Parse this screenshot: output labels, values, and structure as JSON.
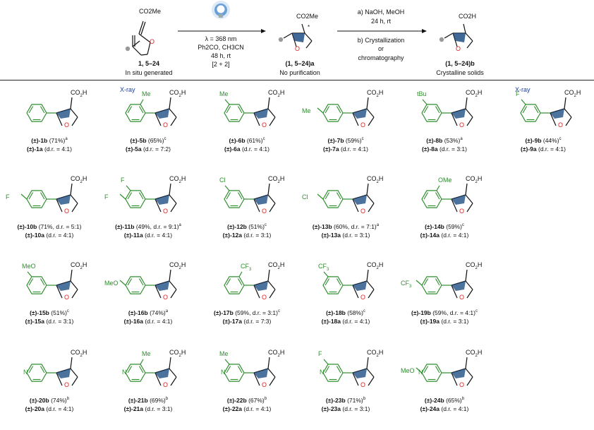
{
  "scheme": {
    "reactant": {
      "group": "CO2Me",
      "label": "1, 5–24",
      "note": "In situ generated",
      "atom": "O"
    },
    "step1": {
      "line1": "λ = 368 nm",
      "line2": "Ph2CO, CH3CN",
      "line3": "48 h, rt",
      "line4": "[2 + 2]"
    },
    "intermediate": {
      "group": "CO2Me",
      "label": "(1, 5–24)a",
      "note": "No purification",
      "atom": "O",
      "star": "*"
    },
    "step2": {
      "line1": "a) NaOH, MeOH",
      "line2": "24 h, rt",
      "line3": "b) Crystallization",
      "line4": "or",
      "line5": "chromatography"
    },
    "product": {
      "group": "CO2H",
      "label": "(1, 5–24)b",
      "note": "Crystalline solids",
      "atom": "O"
    }
  },
  "rows": [
    [
      {
        "ring": "benzene",
        "subs": [],
        "xray": "",
        "b": "(±)-1b",
        "b_info": " (71%)",
        "b_sup": "a",
        "a": "(±)-1a",
        "a_info": " (d.r. = 4:1)"
      },
      {
        "ring": "benzene",
        "subs": [
          {
            "pos": "ortho",
            "text": "Me"
          }
        ],
        "xray": "X-ray",
        "b": "(±)-5b",
        "b_info": " (65%)",
        "b_sup": "c",
        "a": "(±)-5a",
        "a_info": " (d.r. = 7:2)"
      },
      {
        "ring": "benzene",
        "subs": [
          {
            "pos": "meta",
            "text": "Me"
          }
        ],
        "xray": "",
        "b": "(±)-6b",
        "b_info": " (61%)",
        "b_sup": "c",
        "a": "(±)-6a",
        "a_info": " (d.r. = 4:1)"
      },
      {
        "ring": "benzene",
        "subs": [
          {
            "pos": "para",
            "text": "Me"
          }
        ],
        "xray": "",
        "b": "(±)-7b",
        "b_info": " (59%)",
        "b_sup": "c",
        "a": "(±)-7a",
        "a_info": " (d.r. = 4:1)"
      },
      {
        "ring": "benzene",
        "subs": [
          {
            "pos": "meta",
            "text": "tBu"
          }
        ],
        "xray": "",
        "b": "(±)-8b",
        "b_info": " (53%)",
        "b_sup": "a",
        "a": "(±)-8a",
        "a_info": " (d.r. = 3:1)"
      },
      {
        "ring": "benzene",
        "subs": [
          {
            "pos": "meta",
            "text": "F"
          }
        ],
        "xray": "X-ray",
        "b": "(±)-9b",
        "b_info": " (44%)",
        "b_sup": "c",
        "a": "(±)-9a",
        "a_info": " (d.r. = 4:1)"
      }
    ],
    [
      {
        "ring": "benzene",
        "subs": [
          {
            "pos": "para",
            "text": "F"
          }
        ],
        "xray": "",
        "b": "(±)-10b",
        "b_info": " (71%, d.r. = 5:1)",
        "b_sup": "",
        "a": "(±)-10a",
        "a_info": " (d.r. = 4:1)"
      },
      {
        "ring": "benzene",
        "subs": [
          {
            "pos": "meta",
            "text": "F"
          },
          {
            "pos": "para",
            "text": "F"
          }
        ],
        "xray": "",
        "b": "(±)-11b",
        "b_info": " (49%, d.r. = 9:1)",
        "b_sup": "a",
        "a": "(±)-11a",
        "a_info": " (d.r. = 4:1)"
      },
      {
        "ring": "benzene",
        "subs": [
          {
            "pos": "meta",
            "text": "Cl"
          }
        ],
        "xray": "",
        "b": "(±)-12b",
        "b_info": " (51%)",
        "b_sup": "c",
        "a": "(±)-12a",
        "a_info": " (d.r. = 3:1)"
      },
      {
        "ring": "benzene",
        "subs": [
          {
            "pos": "para",
            "text": "Cl"
          }
        ],
        "xray": "",
        "b": "(±)-13b",
        "b_info": " (60%, d.r. = 7:1)",
        "b_sup": "a",
        "a": "(±)-13a",
        "a_info": " (d.r. = 3:1)"
      },
      {
        "ring": "benzene",
        "subs": [
          {
            "pos": "ortho",
            "text": "OMe"
          }
        ],
        "xray": "",
        "b": "(±)-14b",
        "b_info": " (59%)",
        "b_sup": "c",
        "a": "(±)-14a",
        "a_info": " (d.r. = 4:1)"
      },
      {
        "ring": "none",
        "subs": [],
        "xray": "",
        "b": "",
        "b_info": "",
        "b_sup": "",
        "a": "",
        "a_info": ""
      }
    ],
    [
      {
        "ring": "benzene",
        "subs": [
          {
            "pos": "meta",
            "text": "MeO"
          }
        ],
        "xray": "",
        "b": "(±)-15b",
        "b_info": " (51%)",
        "b_sup": "c",
        "a": "(±)-15a",
        "a_info": " (d.r. = 3:1)"
      },
      {
        "ring": "benzene",
        "subs": [
          {
            "pos": "para",
            "text": "MeO"
          }
        ],
        "xray": "",
        "b": "(±)-16b",
        "b_info": " (74%)",
        "b_sup": "a",
        "a": "(±)-16a",
        "a_info": " (d.r. = 4:1)"
      },
      {
        "ring": "benzene",
        "subs": [
          {
            "pos": "ortho",
            "text": "CF3"
          }
        ],
        "xray": "",
        "b": "(±)-17b",
        "b_info": " (59%, d.r. = 3:1)",
        "b_sup": "c",
        "a": "(±)-17a",
        "a_info": " (d.r. = 7:3)"
      },
      {
        "ring": "benzene",
        "subs": [
          {
            "pos": "meta",
            "text": "CF3"
          }
        ],
        "xray": "",
        "b": "(±)-18b",
        "b_info": " (58%)",
        "b_sup": "c",
        "a": "(±)-18a",
        "a_info": " (d.r. = 4:1)"
      },
      {
        "ring": "benzene",
        "subs": [
          {
            "pos": "para",
            "text": "CF3"
          }
        ],
        "xray": "",
        "b": "(±)-19b",
        "b_info": " (59%, d.r. = 4:1)",
        "b_sup": "c",
        "a": "(±)-19a",
        "a_info": " (d.r. = 3:1)"
      },
      {
        "ring": "none",
        "subs": [],
        "xray": "",
        "b": "",
        "b_info": "",
        "b_sup": "",
        "a": "",
        "a_info": ""
      }
    ],
    [
      {
        "ring": "pyridine",
        "subs": [],
        "xray": "",
        "b": "(±)-20b",
        "b_info": " (74%)",
        "b_sup": "b",
        "a": "(±)-20a",
        "a_info": " (d.r. = 4:1)"
      },
      {
        "ring": "pyridine",
        "subs": [
          {
            "pos": "ortho",
            "text": "Me"
          }
        ],
        "xray": "",
        "b": "(±)-21b",
        "b_info": " (69%)",
        "b_sup": "b",
        "a": "(±)-21a",
        "a_info": " (d.r. = 3:1)"
      },
      {
        "ring": "pyridine",
        "subs": [
          {
            "pos": "meta",
            "text": "Me"
          }
        ],
        "xray": "",
        "b": "(±)-22b",
        "b_info": " (67%)",
        "b_sup": "b",
        "a": "(±)-22a",
        "a_info": " (d.r. = 4:1)"
      },
      {
        "ring": "pyridine",
        "subs": [
          {
            "pos": "meta",
            "text": "F"
          }
        ],
        "xray": "",
        "b": "(±)-23b",
        "b_info": " (71%)",
        "b_sup": "b",
        "a": "(±)-23a",
        "a_info": " (d.r. = 3:1)"
      },
      {
        "ring": "pyridine",
        "subs": [
          {
            "pos": "para",
            "text": "MeO"
          }
        ],
        "xray": "",
        "b": "(±)-24b",
        "b_info": " (65%)",
        "b_sup": "b",
        "a": "(±)-24a",
        "a_info": " (d.r. = 4:1)"
      },
      {
        "ring": "none",
        "subs": [],
        "xray": "",
        "b": "",
        "b_info": "",
        "b_sup": "",
        "a": "",
        "a_info": ""
      }
    ]
  ],
  "cage": {
    "acid": "CO2H",
    "oxygen": "O",
    "nitrogen": "N"
  },
  "colors": {
    "aryl": "#2f8f2f",
    "oxygen": "#d22222",
    "xray": "#1d3fa7",
    "bond": "#111111",
    "bulb": "#6aa0d8"
  }
}
